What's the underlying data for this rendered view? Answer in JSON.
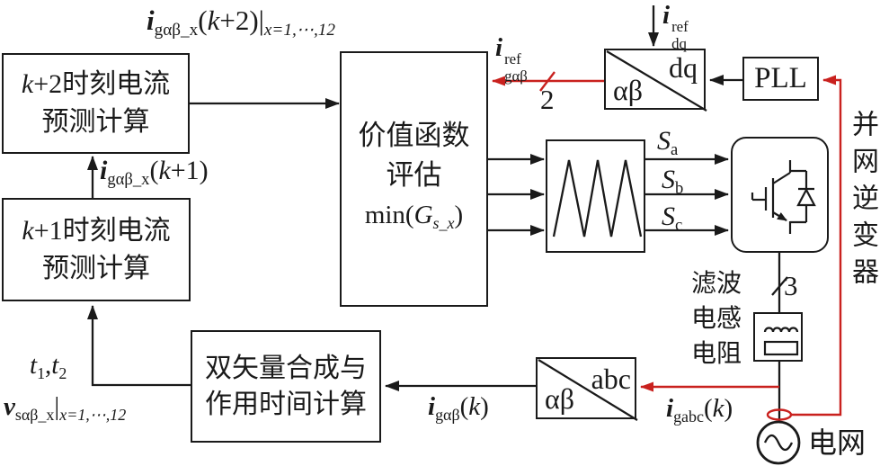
{
  "colors": {
    "ink": "#1a1a1a",
    "red": "#c9211e",
    "background": "#ffffff"
  },
  "boxes": {
    "pred_k2": {
      "var": "k",
      "line1_rest": "+2时刻电流",
      "line2": "预测计算"
    },
    "pred_k1": {
      "var": "k",
      "line1_rest": "+1时刻电流",
      "line2": "预测计算"
    },
    "cost": {
      "line1": "价值函数",
      "line2": "评估",
      "min_pre": "min(",
      "min_var": "G",
      "min_sub": "s_x",
      "min_post": ")"
    },
    "vector": {
      "line1": "双矢量合成与",
      "line2": "作用时间计算"
    },
    "dq_transform": {
      "corner_top_right": "dq",
      "corner_bottom_left": "αβ"
    },
    "abc_transform": {
      "corner_top_right": "abc",
      "corner_bottom_left": "αβ"
    },
    "pll": {
      "label": "PLL"
    },
    "filter": {
      "line1": "滤波",
      "line2": "电感",
      "line3": "电阻"
    },
    "grid": {
      "label": "电网"
    },
    "inverter": {
      "label_vertical": "并网逆变器"
    }
  },
  "signals": {
    "ig_k2": {
      "base": "i",
      "sub": "gαβ_x",
      "pre": "(",
      "var": "k",
      "post": "+2)|",
      "cond": "x=1,⋯,12"
    },
    "ig_k1": {
      "base": "i",
      "sub": "gαβ_x",
      "pre": "(",
      "var": "k",
      "post": "+1)"
    },
    "ig_ref": {
      "base": "i",
      "sup": "ref",
      "sub": "gαβ"
    },
    "idq_ref": {
      "base": "i",
      "sup": "ref",
      "sub": "dq"
    },
    "s_a": {
      "base": "S",
      "sub": "a"
    },
    "s_b": {
      "base": "S",
      "sub": "b"
    },
    "s_c": {
      "base": "S",
      "sub": "c"
    },
    "ig_k": {
      "base": "i",
      "sub": "gαβ",
      "pre": "(",
      "var": "k",
      "post": ")"
    },
    "igabc_k": {
      "base": "i",
      "sub": "gabc",
      "pre": "(",
      "var": "k",
      "post": ")"
    },
    "t1t2": {
      "base1": "t",
      "sub1": "1",
      "comma": ",",
      "base2": "t",
      "sub2": "2"
    },
    "vs": {
      "base": "v",
      "sub": "sαβ_x",
      "bar": "|",
      "cond": "x=1,⋯,12"
    },
    "wire_count_2": "2",
    "wire_count_3": "3"
  }
}
